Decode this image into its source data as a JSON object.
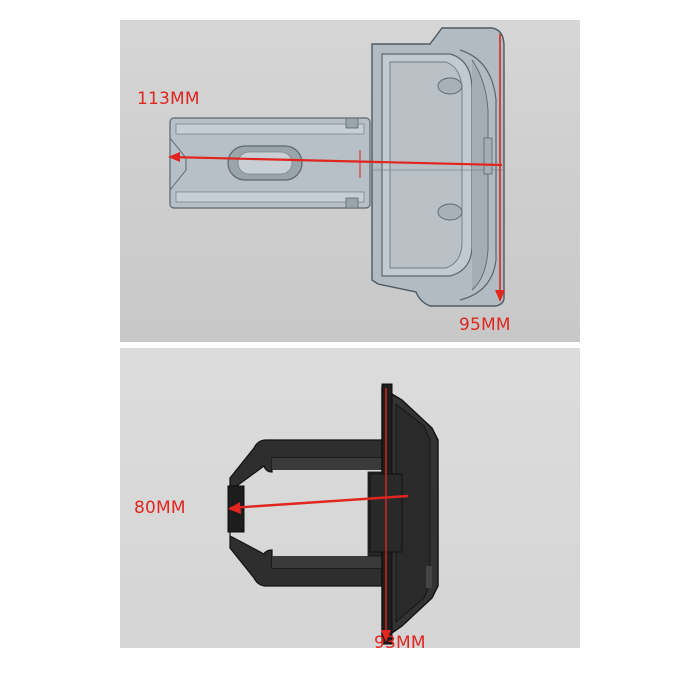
{
  "figure_top": {
    "length_label": "113MM",
    "height_label": "95MM",
    "colors": {
      "body": "#aeb7bd",
      "outline": "#55606a",
      "dimension": "#e0261f"
    }
  },
  "figure_bottom": {
    "length_label": "80MM",
    "height_label": "93MM",
    "colors": {
      "body": "#2f2f2f",
      "outline": "#151515",
      "dimension": "#e0261f"
    }
  }
}
